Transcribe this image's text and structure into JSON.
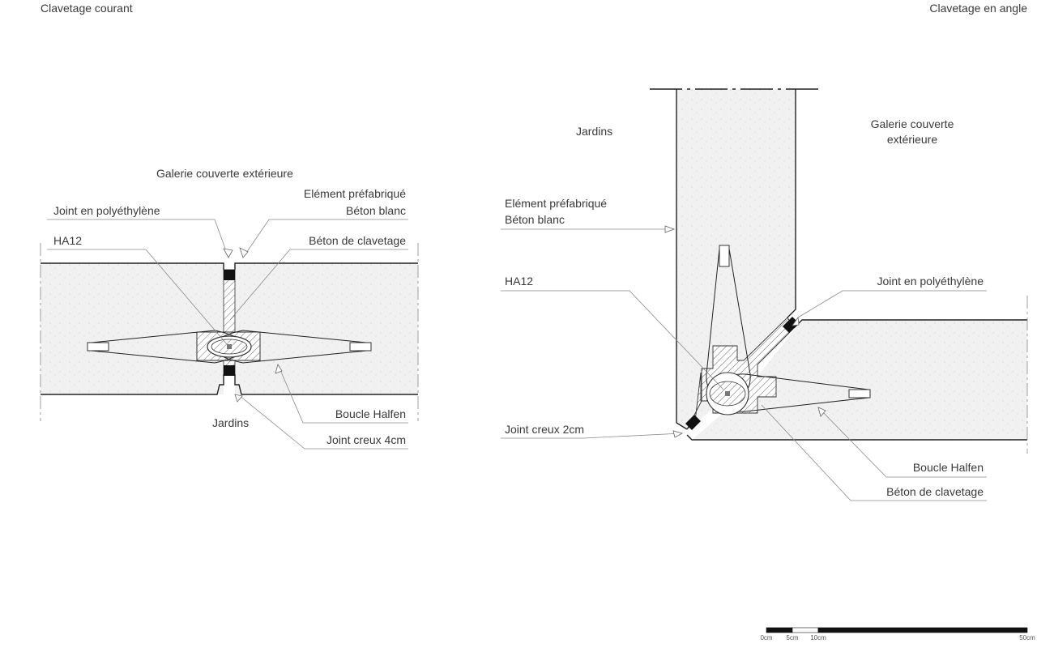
{
  "titles": {
    "left": "Clavetage courant",
    "right": "Clavetage en angle"
  },
  "left_labels": {
    "galerie": "Galerie couverte extérieure",
    "element_line1": "Elément préfabriqué",
    "element_line2": "Béton blanc",
    "joint_poly": "Joint en polyéthylène",
    "ha12": "HA12",
    "beton_clavetage": "Béton de clavetage",
    "boucle": "Boucle Halfen",
    "jardins": "Jardins",
    "joint_creux": "Joint creux 4cm"
  },
  "right_labels": {
    "jardins": "Jardins",
    "galerie_line1": "Galerie couverte",
    "galerie_line2": "extérieure",
    "element_line1": "Elément préfabriqué",
    "element_line2": "Béton blanc",
    "ha12": "HA12",
    "joint_poly": "Joint en polyéthylène",
    "joint_creux": "Joint creux 2cm",
    "boucle": "Boucle Halfen",
    "beton_clavetage": "Béton de clavetage"
  },
  "scale_bar": {
    "labels": [
      "0cm",
      "5cm",
      "10cm",
      "50cm"
    ]
  }
}
